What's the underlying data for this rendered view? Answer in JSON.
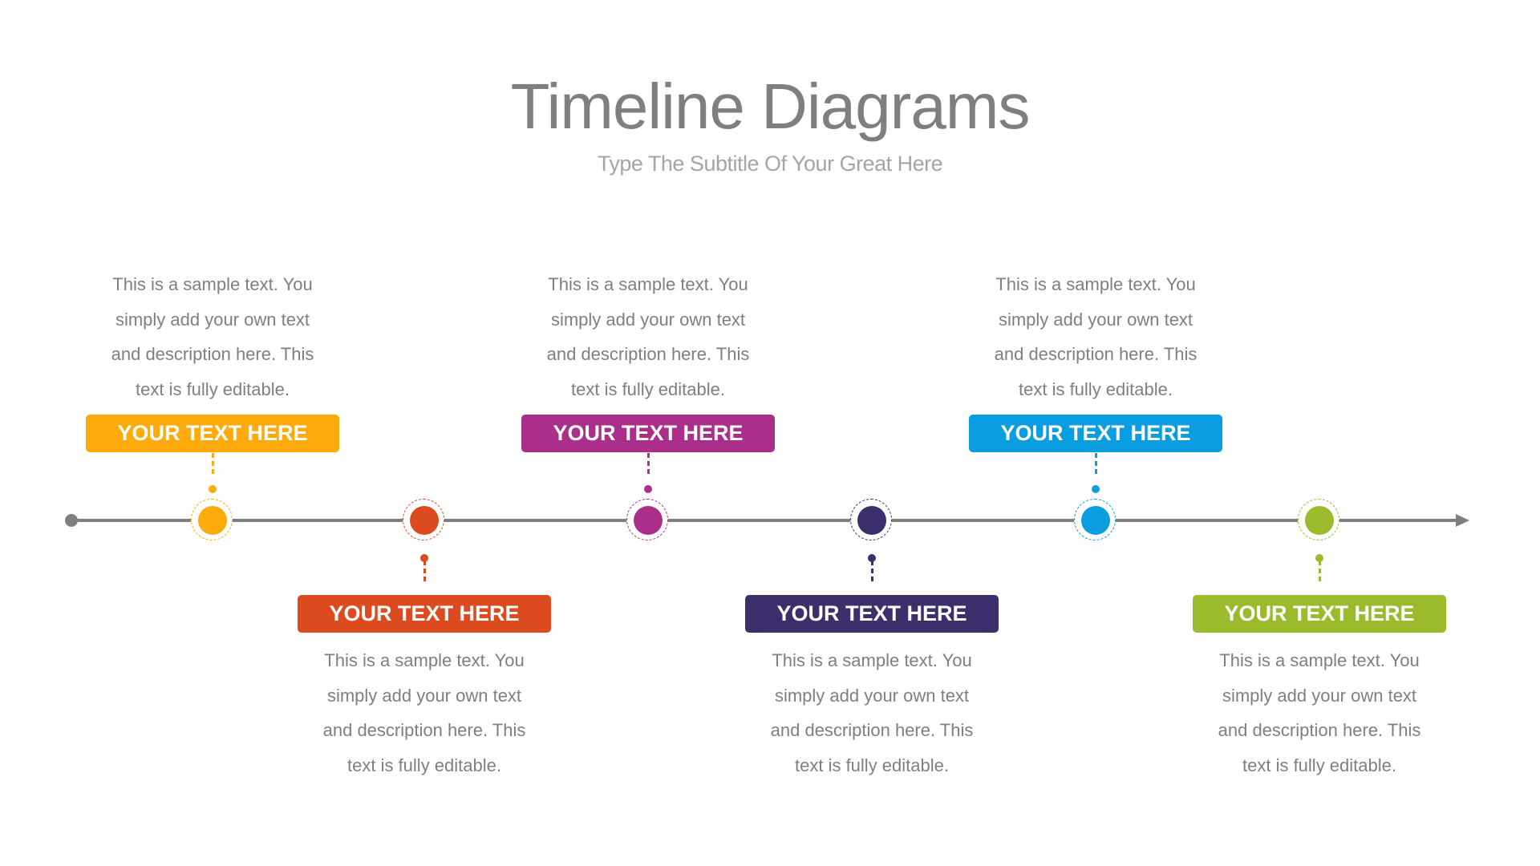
{
  "header": {
    "title": "Timeline Diagrams",
    "subtitle": "Type The Subtitle Of Your Great Here"
  },
  "colors": {
    "axis": "#7f7f7f",
    "title": "#7f7f7f",
    "subtitle": "#a5a5a5",
    "body_text": "#7f7f7f"
  },
  "timeline": {
    "milestones": [
      {
        "position": "above",
        "label": "YOUR TEXT HERE",
        "color": "#fdab0c",
        "description": [
          "This is a sample text. You",
          "simply add your own text",
          "and description here. This",
          "text is fully editable."
        ]
      },
      {
        "position": "below",
        "label": "YOUR TEXT HERE",
        "color": "#dc4b20",
        "description": [
          "This is a sample text. You",
          "simply add your own text",
          "and description here. This",
          "text is fully editable."
        ]
      },
      {
        "position": "above",
        "label": "YOUR TEXT HERE",
        "color": "#aa2f8a",
        "description": [
          "This is a sample text. You",
          "simply add your own text",
          "and description here. This",
          "text is fully editable."
        ]
      },
      {
        "position": "below",
        "label": "YOUR TEXT HERE",
        "color": "#3d2f6b",
        "description": [
          "This is a sample text. You",
          "simply add your own text",
          "and description here. This",
          "text is fully editable."
        ]
      },
      {
        "position": "above",
        "label": "YOUR TEXT HERE",
        "color": "#0a9ddf",
        "description": [
          "This is a sample text. You",
          "simply add your own text",
          "and description here. This",
          "text is fully editable."
        ]
      },
      {
        "position": "below",
        "label": "YOUR TEXT HERE",
        "color": "#9bbb2c",
        "description": [
          "This is a sample text. You",
          "simply add your own text",
          "and description here. This",
          "text is fully editable."
        ]
      }
    ]
  }
}
